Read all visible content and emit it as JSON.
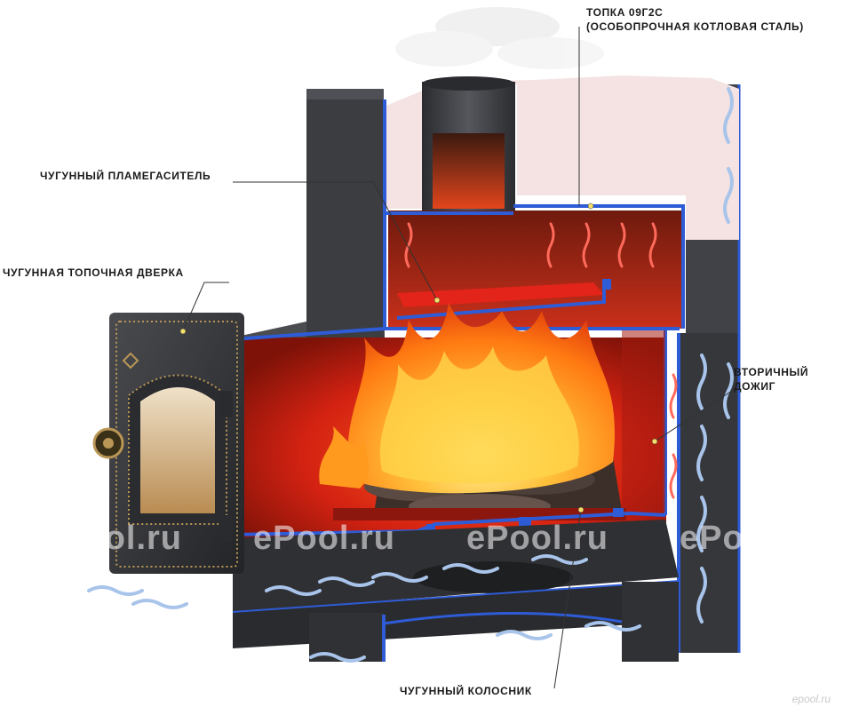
{
  "labels": {
    "firebox_line1": "ТОПКА 09Г2С",
    "firebox_line2": "(ОСОБОПРОЧНАЯ КОТЛОВАЯ СТАЛЬ)",
    "flame_damper": "ЧУГУННЫЙ ПЛАМЕГАСИТЕЛЬ",
    "fire_door": "ЧУГУННАЯ ТОПОЧНАЯ ДВЕРКА",
    "afterburn_line1": "ВТОРИЧНЫЙ",
    "afterburn_line2": "ДОЖИГ",
    "grate": "ЧУГУННЫЙ КОЛОСНИК"
  },
  "watermarks": [
    "ePool.ru",
    "ePool.ru",
    "ePool.ru",
    "ePool.ru"
  ],
  "corner_logo": "epool.ru",
  "colors": {
    "steel": "#3b3d41",
    "steel_dark": "#2a2b2e",
    "blue_edge": "#2e5bd6",
    "fire_red": "#d62a16",
    "flame_orange": "#ff8a14",
    "flame_yellow": "#ffd23a",
    "stones": "#f2dada",
    "air_arrows": "#a9c4ea"
  }
}
